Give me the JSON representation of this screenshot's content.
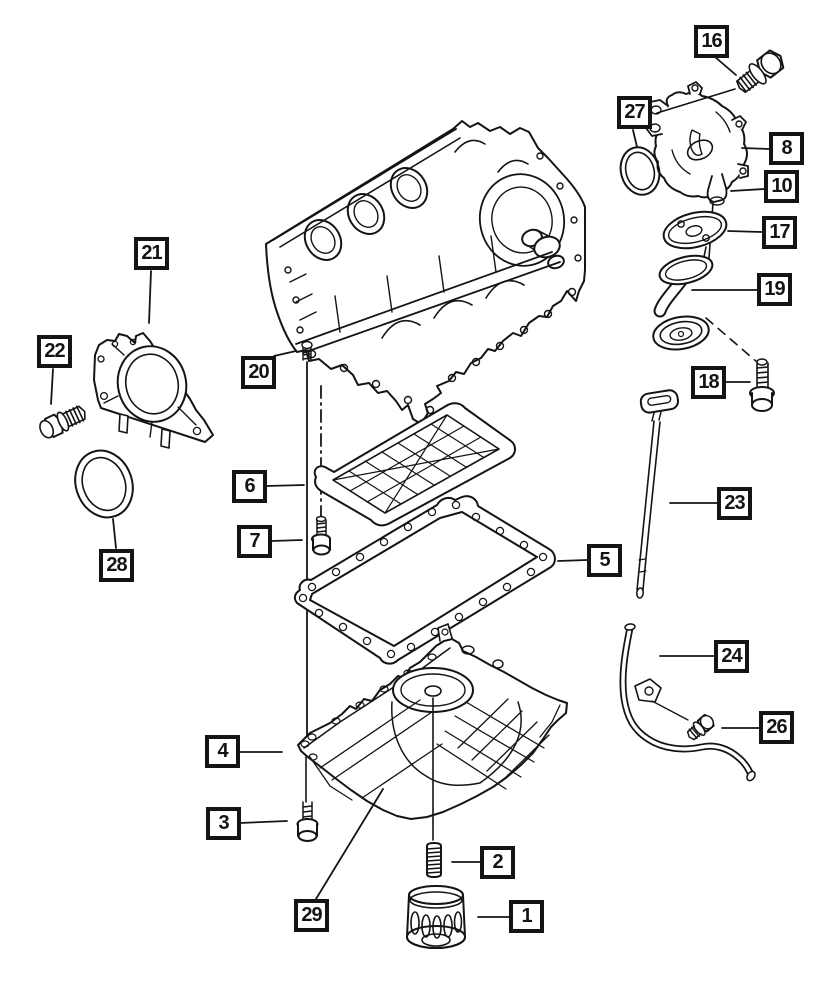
{
  "diagram": {
    "kind": "exploded-parts-diagram",
    "colors": {
      "background": "#ffffff",
      "line": "#141414",
      "label_border": "#141414",
      "label_text": "#141414"
    }
  },
  "callouts": {
    "1": {
      "label": "1"
    },
    "2": {
      "label": "2"
    },
    "3": {
      "label": "3"
    },
    "4": {
      "label": "4"
    },
    "5": {
      "label": "5"
    },
    "6": {
      "label": "6"
    },
    "7": {
      "label": "7"
    },
    "8": {
      "label": "8"
    },
    "10": {
      "label": "10"
    },
    "16": {
      "label": "16"
    },
    "17": {
      "label": "17"
    },
    "18": {
      "label": "18"
    },
    "19": {
      "label": "19"
    },
    "20": {
      "label": "20"
    },
    "21": {
      "label": "21"
    },
    "22": {
      "label": "22"
    },
    "23": {
      "label": "23"
    },
    "24": {
      "label": "24"
    },
    "26": {
      "label": "26"
    },
    "27": {
      "label": "27"
    },
    "28": {
      "label": "28"
    },
    "29": {
      "label": "29"
    }
  }
}
